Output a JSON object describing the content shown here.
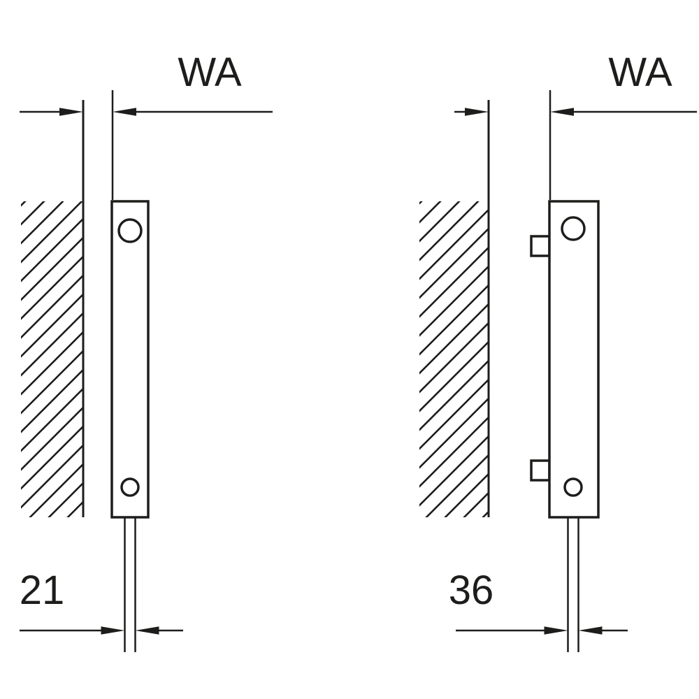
{
  "diagram": {
    "figures": [
      {
        "position": "left",
        "wall_distance_label": "WA",
        "bottom_dimension": "21"
      },
      {
        "position": "right",
        "wall_distance_label": "WA",
        "bottom_dimension": "36"
      }
    ],
    "colors": {
      "line": "#1d1d1b",
      "background": "#ffffff"
    }
  }
}
